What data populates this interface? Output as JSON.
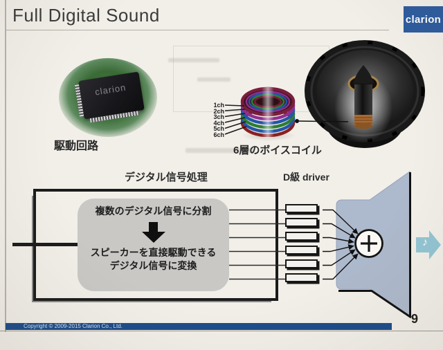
{
  "slide": {
    "title": "Full Digital Sound",
    "logo_text": "clarion",
    "page_number": "9",
    "copyright": "Copyright © 2009-2015 Clarion Co., Ltd."
  },
  "top_section": {
    "chip": {
      "label": "駆動回路",
      "chip_text": "clarion"
    },
    "coil": {
      "caption": "6層のボイスコイル",
      "channels": [
        "1ch",
        "2ch",
        "3ch",
        "4ch",
        "5ch",
        "6ch"
      ]
    }
  },
  "diagram": {
    "dsp_label": "デジタル信号処理",
    "driver_label": "D級 driver",
    "process_box": {
      "step1": "複数のデジタル信号に分割",
      "step2_line1": "スピーカーを直接駆動できる",
      "step2_line2": "デジタル信号に変換"
    },
    "driver_count": 6
  },
  "icons": {
    "sum-icon": "+",
    "music-note-icon": "♪",
    "down-arrow-icon": "▼"
  },
  "colors": {
    "logo_blue": "#2d5b9e",
    "footer_bar_blue": "#1c4c8a",
    "horn_blue_gray": "#adb9cc",
    "note_arrow_teal": "#93c5d3",
    "process_box_gray": "#c9c8c5",
    "pcb_green": "#3a6a36"
  }
}
